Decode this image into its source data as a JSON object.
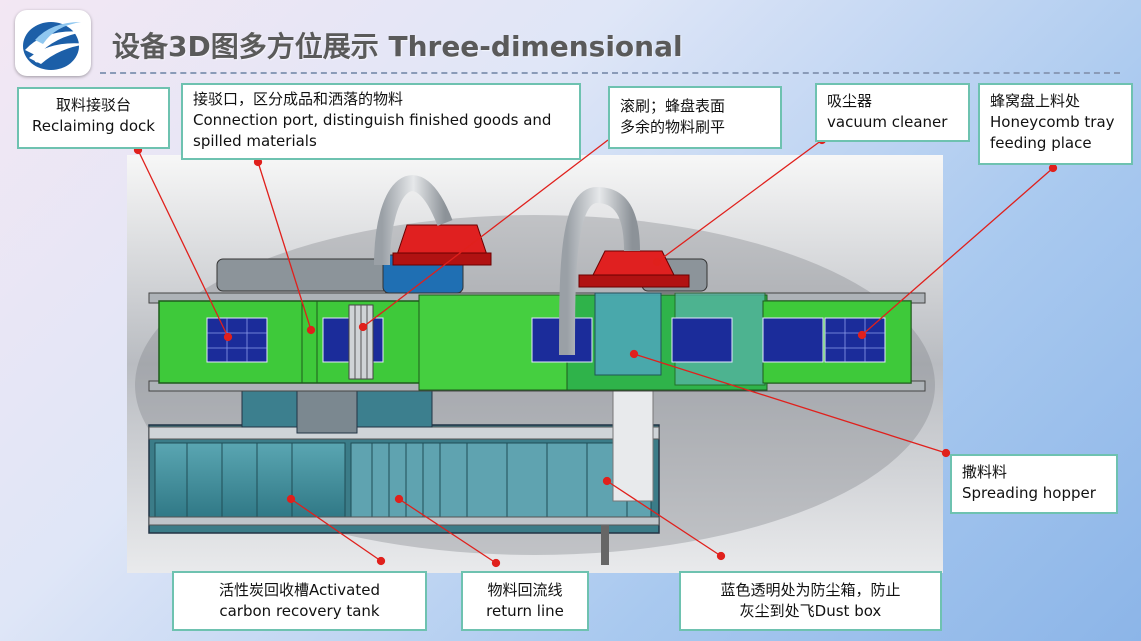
{
  "title": "设备3D图多方位展示   Three-dimensional",
  "callouts": {
    "reclaiming_dock": {
      "zh": "取料接驳台",
      "en": "Reclaiming dock"
    },
    "connection_port": {
      "zh": "接驳口，区分成品和洒落的物料",
      "en1": "Connection port, distinguish finished goods  and",
      "en2": "spilled materials"
    },
    "roller_brush": {
      "zh1": "滚刷；蜂盘表面",
      "zh2": "多余的物料刷平"
    },
    "vacuum_cleaner": {
      "zh": "吸尘器",
      "en": "vacuum cleaner"
    },
    "honeycomb_tray": {
      "zh": "蜂窝盘上料处",
      "en1": "Honeycomb tray",
      "en2": "feeding place"
    },
    "spreading_hopper": {
      "zh": "撒料料",
      "en": "Spreading hopper"
    },
    "carbon_tank": {
      "line1": "活性炭回收槽Activated",
      "line2": "carbon recovery tank"
    },
    "return_line": {
      "zh": "物料回流线",
      "en": "return line"
    },
    "dust_box": {
      "line1": "蓝色透明处为防尘箱，防止",
      "line2": "灰尘到处飞Dust box"
    }
  },
  "colors": {
    "accent_border": "#6ec2b0",
    "leader_line": "#e0201c",
    "machine_green": "#3ec93a",
    "tank_teal": "#3b8a98",
    "vacuum_red": "#e02020"
  }
}
